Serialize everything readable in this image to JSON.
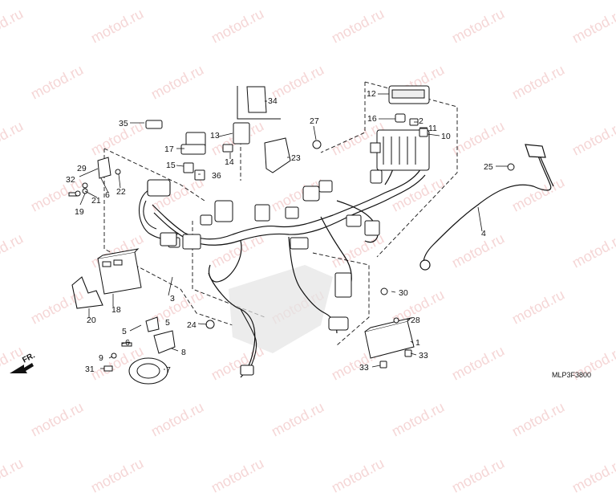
{
  "watermark": "motod.ru",
  "diagram_code": "MLP3F3800",
  "front_marker": "FR.",
  "callouts": {
    "c1": "1",
    "c2": "2",
    "c3": "3",
    "c4": "4",
    "c5a": "5",
    "c5b": "5",
    "c6": "6",
    "c7": "7",
    "c8": "8",
    "c9": "9",
    "c10": "10",
    "c11": "11",
    "c12": "12",
    "c13": "13",
    "c14": "14",
    "c15": "15",
    "c16": "16",
    "c17": "17",
    "c18": "18",
    "c19": "19",
    "c20": "20",
    "c21": "21",
    "c22": "22",
    "c23": "23",
    "c24": "24",
    "c25": "25",
    "c27": "27",
    "c28": "28",
    "c29": "29",
    "c30": "30",
    "c31": "31",
    "c32": "32",
    "c33a": "33",
    "c33b": "33",
    "c34": "34",
    "c35": "35",
    "c36": "36"
  },
  "colors": {
    "watermark": "#f2c9c9",
    "line": "#111111",
    "shade": "#d9d9d9"
  }
}
